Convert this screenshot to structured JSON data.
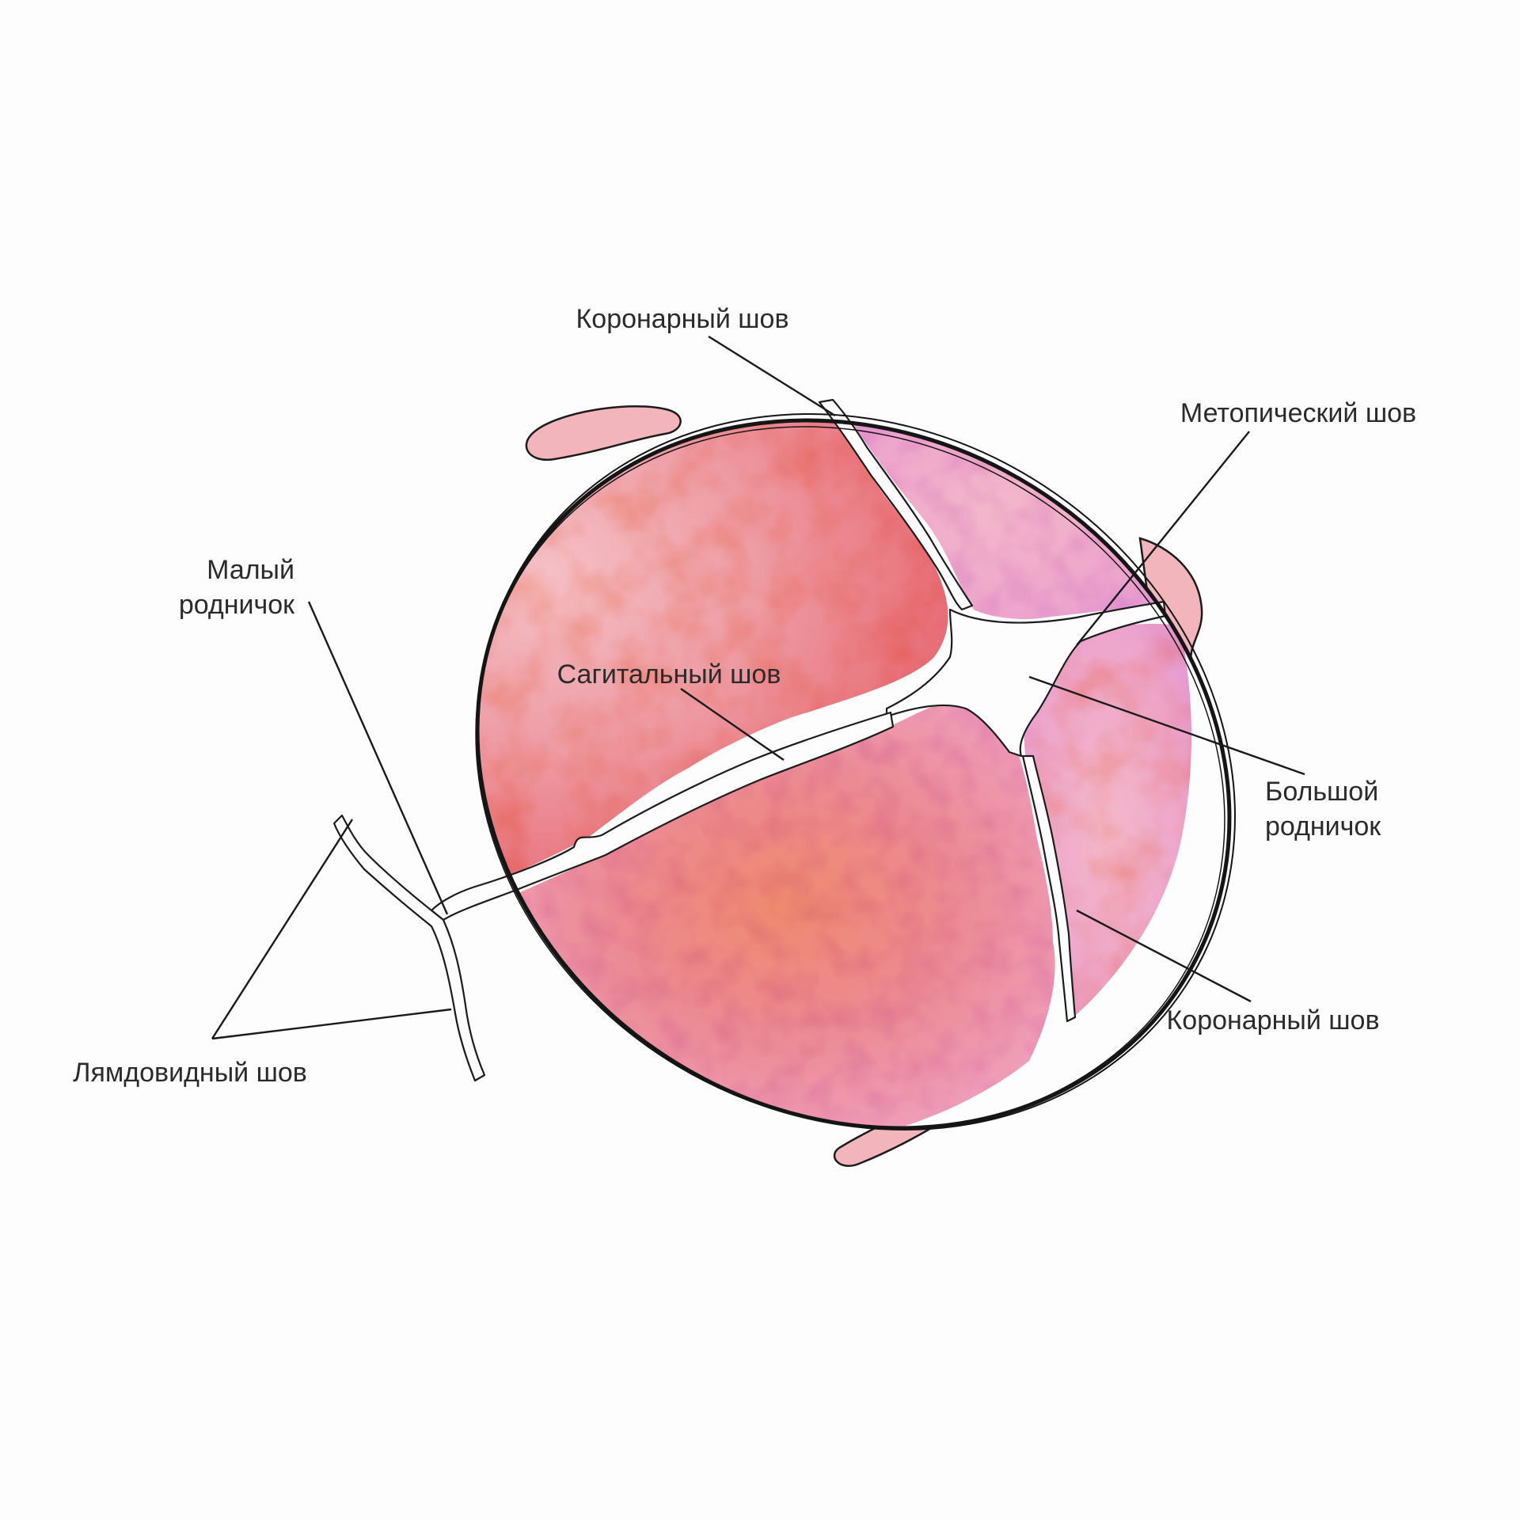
{
  "labels": {
    "coronal_top": "Коронарный шов",
    "metopic": "Метопический шов",
    "lambda_small_line1": "Малый",
    "lambda_small_line2": "родничок",
    "sagittal": "Сагитальный шов",
    "anterior_big_line1": "Большой",
    "anterior_big_line2": "родничок",
    "coronal_bottom": "Коронарный шов",
    "lambdoid": "Лямдовидный шов"
  },
  "colors": {
    "background": "#fdfdfd",
    "bone_warm": "#e8707a",
    "bone_pink": "#f2a6c0",
    "bone_orange": "#f08a5a",
    "bone_violet": "#d98fd8",
    "ear": "#f2b5bb",
    "ink": "#151515"
  }
}
